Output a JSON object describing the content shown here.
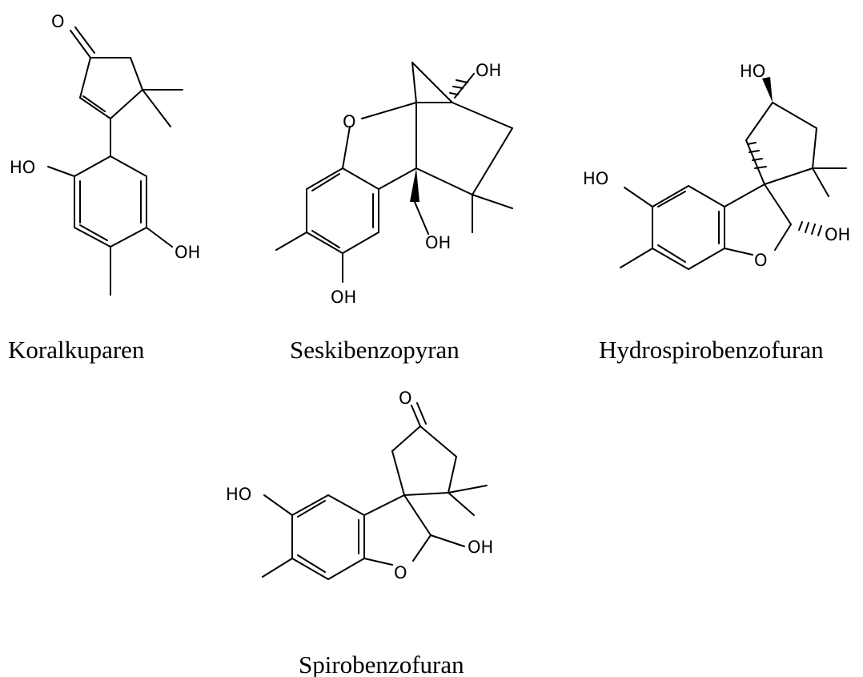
{
  "compounds": [
    {
      "name": "Koralkuparen"
    },
    {
      "name": "Seskibenzopyran"
    },
    {
      "name": "Hydrospirobenzofuran"
    },
    {
      "name": "Spirobenzofuran"
    }
  ],
  "atoms": {
    "o": "O",
    "oh": "OH",
    "ho": "HO"
  }
}
